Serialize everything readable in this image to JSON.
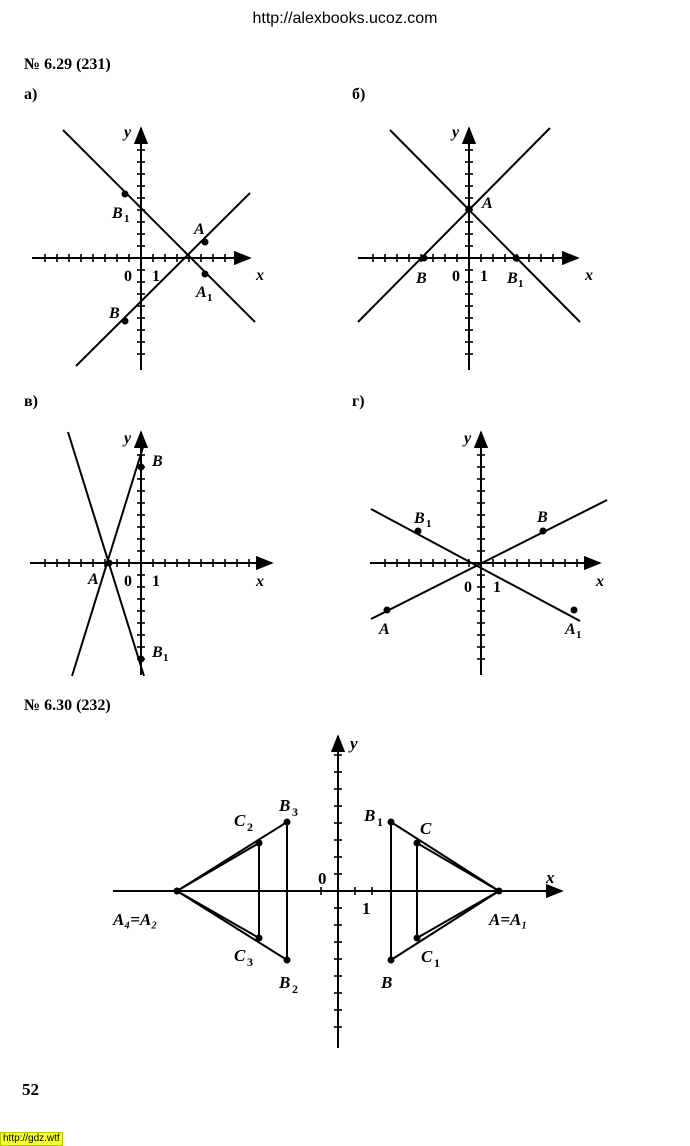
{
  "header": {
    "url": "http://alexbooks.ucoz.com"
  },
  "problem1": {
    "title": "№ 6.29 (231)",
    "parts": {
      "a": {
        "label": "а)",
        "labels": {
          "y": "y",
          "x": "x",
          "zero": "0",
          "one": "1",
          "B1": "B",
          "A": "A",
          "A1": "A",
          "B": "B"
        }
      },
      "b": {
        "label": "б)",
        "labels": {
          "y": "y",
          "x": "x",
          "zero": "0",
          "one": "1",
          "A": "A",
          "B": "B",
          "B1": "B"
        }
      },
      "v": {
        "label": "в)",
        "labels": {
          "y": "y",
          "x": "x",
          "zero": "0",
          "one": "1",
          "A": "A",
          "B": "B",
          "B1": "B"
        }
      },
      "g": {
        "label": "г)",
        "labels": {
          "y": "y",
          "x": "x",
          "zero": "0",
          "one": "1",
          "B1": "B",
          "B": "B",
          "A": "A",
          "A1": "A"
        }
      }
    }
  },
  "problem2": {
    "title": "№ 6.30 (232)",
    "labels": {
      "y": "y",
      "x": "x",
      "zero": "0",
      "one": "1",
      "C2": "C",
      "B3": "B",
      "B1": "B",
      "C": "C",
      "A4A2": "A₄=A₂",
      "C3": "C",
      "B2": "B",
      "B": "B",
      "C1": "C",
      "AA1": "A=A₁"
    },
    "subscripts": {
      "one": "1",
      "two": "2",
      "three": "3"
    }
  },
  "footer": {
    "page_number": "52",
    "watermark": "http://gdz.wtf"
  }
}
